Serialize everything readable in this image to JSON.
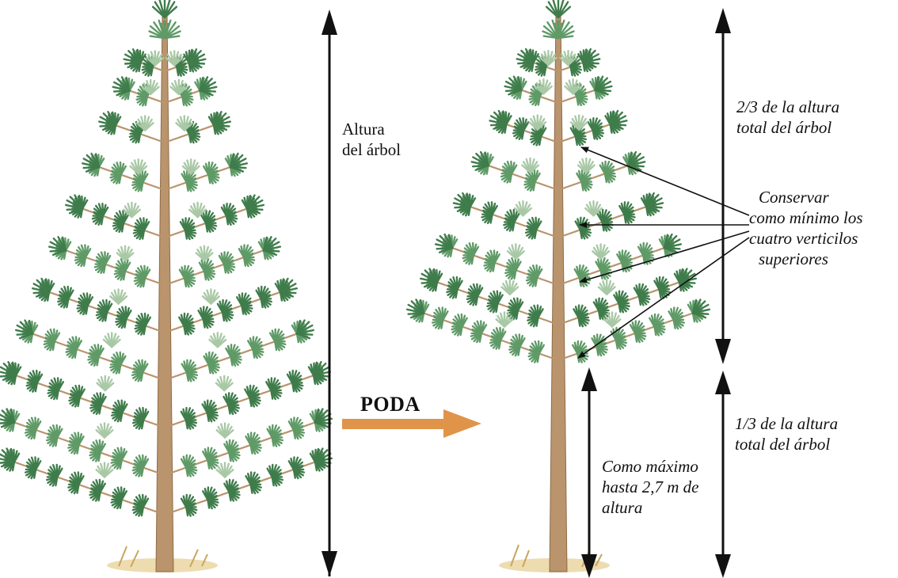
{
  "labels": {
    "tree_height_line1": "Altura",
    "tree_height_line2": "del árbol",
    "action": "PODA",
    "upper_line1": "2/3 de la altura",
    "upper_line2": "total del árbol",
    "keep_line1": "Conservar",
    "keep_line2": "como mínimo los",
    "keep_line3": "cuatro verticilos",
    "keep_line4": "superiores",
    "lower_line1": "1/3 de la altura",
    "lower_line2": "total del árbol",
    "max_line1": "Como máximo",
    "max_line2": "hasta 2,7 m de",
    "max_line3": "altura"
  },
  "colors": {
    "foliage_dark": "#3f7c4b",
    "foliage_mid": "#5f9a67",
    "foliage_light": "#a9c9a6",
    "trunk": "#b9946c",
    "trunk_dark": "#8f6b48",
    "ground": "#d9b86c",
    "poda_arrow": "#e0944a",
    "arrow": "#111111"
  },
  "icons": {
    "original_tree": "conifer-tree-icon",
    "pruned_tree": "pruned-conifer-tree-icon",
    "process_arrow": "right-arrow-icon"
  }
}
